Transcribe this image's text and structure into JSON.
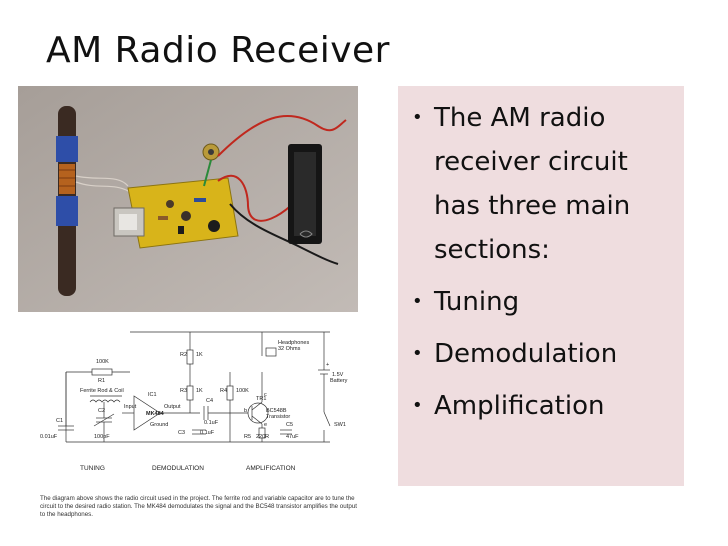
{
  "slide": {
    "title": "AM Radio Receiver"
  },
  "bullets": [
    {
      "text": "The AM radio receiver circuit has three main sections:"
    },
    {
      "text": "Tuning"
    },
    {
      "text": "Demodulation"
    },
    {
      "text": "Amplification"
    }
  ],
  "schematic": {
    "labels": {
      "r1_value": "100K",
      "r1": "R1",
      "ferrite": "Ferrite Rod & Coil",
      "c2": "C2",
      "c2_value": "100pF",
      "c1": "C1",
      "c1_value": "0.01uF",
      "input": "Input",
      "ic1": "IC1",
      "mk484": "MK484",
      "output": "Output",
      "ground": "Ground",
      "r2": "R2",
      "r2_value": "1K",
      "r3": "R3",
      "r3_value": "1K",
      "c4": "C4",
      "c4_value": "0.1uF",
      "c3": "C3",
      "c3_value": "0.1uF",
      "r4": "R4",
      "r4_value": "100K",
      "tr1": "TR1",
      "bc548": "BC548B",
      "transistor": "Transistor",
      "r5": "R5",
      "r5_value": "220R",
      "c5": "C5",
      "c5_value": "47uF",
      "headphones": "Headphones",
      "ohms": "32 Ohms",
      "battery_v": "1.5V",
      "battery": "Battery",
      "sw1": "SW1",
      "plus": "+",
      "b": "b",
      "c": "c",
      "e": "e"
    },
    "sections": {
      "tuning": "TUNING",
      "demodulation": "DEMODULATION",
      "amplification": "AMPLIFICATION"
    }
  },
  "caption": "The diagram above shows the radio circuit used in the project. The ferrite rod and variable capacitor are to tune the circuit to the desired radio station. The MK484 demodulates the signal and the BC548 transistor amplifies the output to the headphones.",
  "colors": {
    "panel_bg": "#efdddf",
    "photo_bg": "#b3aba6",
    "circuit_board": "#d8b41a",
    "wire_red": "#c0281e",
    "ferrite_tape": "#2e4ea8"
  }
}
